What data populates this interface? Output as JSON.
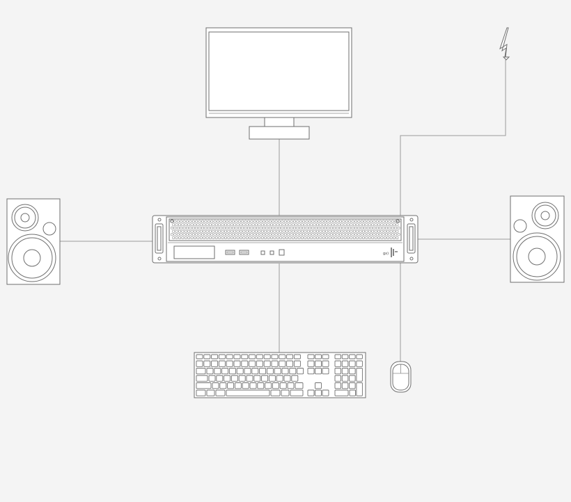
{
  "diagram": {
    "devices": [
      {
        "id": "monitor",
        "icon": "monitor-icon"
      },
      {
        "id": "power",
        "icon": "lightning-bolt-icon"
      },
      {
        "id": "speaker-left",
        "icon": "speaker-icon"
      },
      {
        "id": "speaker-right",
        "icon": "speaker-icon"
      },
      {
        "id": "rack-server",
        "icon": "rack-server-icon"
      },
      {
        "id": "keyboard",
        "icon": "keyboard-icon"
      },
      {
        "id": "mouse",
        "icon": "mouse-icon"
      }
    ],
    "connections": [
      {
        "from": "monitor",
        "to": "rack-server"
      },
      {
        "from": "speaker-left",
        "to": "rack-server"
      },
      {
        "from": "speaker-right",
        "to": "rack-server"
      },
      {
        "from": "keyboard",
        "to": "rack-server"
      },
      {
        "from": "power",
        "to": "mouse"
      }
    ],
    "server_brand_text": "gx)",
    "colors": {
      "line": "#9a9a9a",
      "outline": "#6e6e6e",
      "background": "#f4f4f4"
    }
  }
}
